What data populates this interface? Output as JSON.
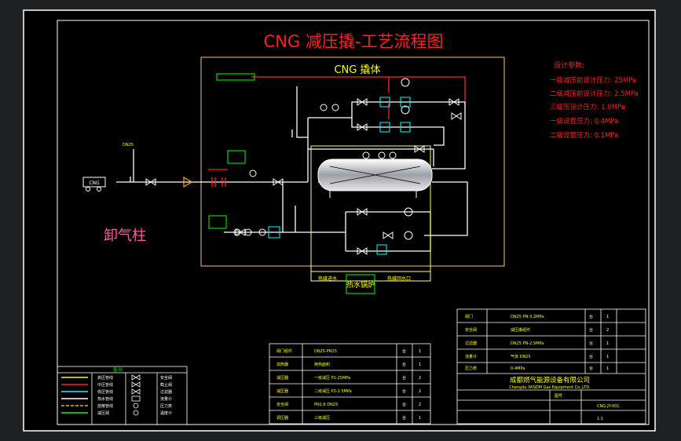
{
  "drawing": {
    "title": "CNG 减压撬-工艺流程图",
    "skid_label": "CNG 撬体",
    "unloading_post": "卸气柱",
    "heater_label": "热水锅炉",
    "heater_in": "热媒进水",
    "heater_out": "热媒回水口",
    "trailer_label": "CNG",
    "pipe_tag": "DN25"
  },
  "design_params": {
    "heading": "设计参数:",
    "lines": [
      "一级减压前设计压力: 25MPa",
      "二级减压前设计压力: 2.5MPa",
      "三级压设计压力: 1.0MPa",
      "一级设置压力: 0.4MPa",
      "二级设置压力: 0.1MPa"
    ]
  },
  "company": {
    "name_cn": "成都燃气能源设备有限公司",
    "name_en": "Chengdu WISDM Gas Equipment Co.,LTD."
  },
  "title_block": {
    "rows": [
      [
        "阀门",
        "DN25 PN-3.2MPa",
        "台",
        "1"
      ],
      [
        "安全阀",
        "减压撬组件",
        "台",
        "2"
      ],
      [
        "过滤器",
        "DN25 PN-2.5MPa",
        "台",
        "1"
      ],
      [
        "流量计",
        "气体 DN25",
        "台",
        "1"
      ],
      [
        "压力表",
        "0-4MPa",
        "台",
        "1"
      ]
    ],
    "drawing_no_label": "图号",
    "drawing_no": "CNG-JY-001",
    "scale": "1:1"
  },
  "parts_list": {
    "rows": [
      [
        "阀门组件",
        "DN25-PN25",
        "台",
        "1"
      ],
      [
        "加热器",
        "换热面积",
        "台",
        "1"
      ],
      [
        "减压器",
        "一级减压 P1-25MPa",
        "台",
        "2"
      ],
      [
        "减压器",
        "二级减压 P2-2.5MPa",
        "台",
        "2"
      ],
      [
        "安全阀",
        "PN1.6 DN25",
        "台",
        "2"
      ],
      [
        "调压器",
        "三级减压",
        "台",
        "1"
      ]
    ]
  },
  "legend": {
    "heading": "图 例",
    "items": [
      "高压管线",
      "中压管线",
      "低压管线",
      "热水管线",
      "放散管线",
      "减压阀",
      "安全阀",
      "截止阀",
      "过滤器",
      "流量计",
      "压力表",
      "温度计"
    ]
  }
}
